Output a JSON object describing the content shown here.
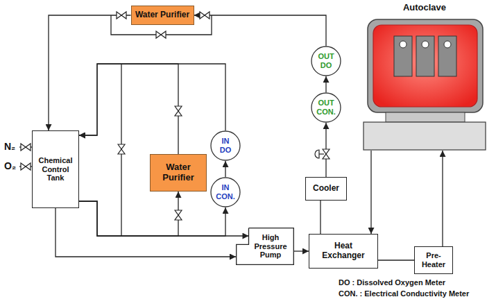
{
  "diagram": {
    "nodes": [
      {
        "text": [
          "Water Purifier"
        ]
      },
      {
        "text": [
          "Chemical Control Tank"
        ]
      },
      {
        "text": [
          "Water Purifier"
        ]
      },
      {
        "text": [
          "IN DO"
        ]
      },
      {
        "text": [
          "IN CON."
        ]
      },
      {
        "text": [
          "OUT DO"
        ]
      },
      {
        "text": [
          "OUT CON."
        ]
      },
      {
        "text": [
          "Cooler"
        ]
      },
      {
        "text": [
          "Heat Exchanger"
        ]
      },
      {
        "text": [
          "High Pressure Pump"
        ]
      },
      {
        "text": [
          "Pre-Heater"
        ]
      },
      {
        "text": [
          "Autoclave"
        ]
      }
    ],
    "edges": [
      {
        "from": 11,
        "to": 8,
        "arrow": "to"
      },
      {
        "from": 8,
        "to": 10,
        "arrow": "none"
      },
      {
        "from": 10,
        "to": 11,
        "arrow": "to"
      },
      {
        "from": 8,
        "to": 7,
        "arrow": "none"
      },
      {
        "from": 7,
        "to": 6,
        "arrow": "to"
      },
      {
        "from": 6,
        "to": 5,
        "arrow": "to"
      },
      {
        "from": 5,
        "to": 0,
        "arrow": "to"
      },
      {
        "from": 0,
        "to": 1,
        "arrow": "to"
      },
      {
        "from": 1,
        "to": 9,
        "arrow": "to"
      },
      {
        "from": 1,
        "to": 9,
        "arrow": "to"
      },
      {
        "from": 1,
        "to": 2,
        "arrow": "to"
      },
      {
        "from": 1,
        "to": 4,
        "arrow": "to"
      },
      {
        "from": 4,
        "to": 3,
        "arrow": "to"
      },
      {
        "from": 3,
        "to": 1,
        "arrow": "to"
      },
      {
        "from": 2,
        "to": 1,
        "arrow": "to"
      },
      {
        "from": 9,
        "to": 8,
        "arrow": "to"
      }
    ],
    "labels": [
      "N₂",
      "O₂",
      "DO : Dissolved Oxygen Meter",
      "CON. : Electrical Conductivity Meter"
    ]
  }
}
